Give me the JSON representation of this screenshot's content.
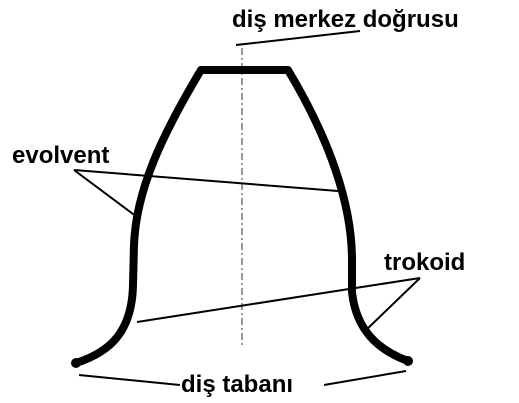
{
  "labels": {
    "center_line": "diş merkez doğrusu",
    "involute": "evolvent",
    "trochoid": "trokoid",
    "root": "diş tabanı"
  },
  "colors": {
    "stroke": "#000000",
    "background": "#ffffff"
  }
}
